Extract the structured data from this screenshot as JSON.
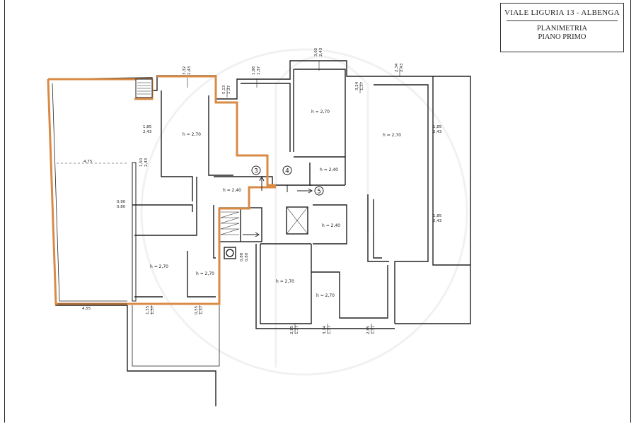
{
  "title_block": {
    "address": "VIALE LIGURIA 13 - ALBENGA",
    "drawing_type": "PLANIMETRIA",
    "floor": "PIANO PRIMO"
  },
  "colors": {
    "walls": "#222222",
    "highlight": "#d98a45"
  },
  "rooms": [
    {
      "label": "h = 2,70"
    },
    {
      "label": "h = 2,70"
    },
    {
      "label": "h = 2,70"
    },
    {
      "label": "h = 2,40"
    },
    {
      "label": "h = 2,40"
    },
    {
      "label": "h = 2,70"
    },
    {
      "label": "h = 2,70"
    },
    {
      "label": "h = 2,40"
    },
    {
      "label": "h = 2,70"
    },
    {
      "label": "h = 2,70"
    }
  ],
  "dimensions": [
    {
      "value": "3,32",
      "sub": "2,43"
    },
    {
      "value": "1,98",
      "sub": "1,37"
    },
    {
      "value": "3,02",
      "sub": "2,43"
    },
    {
      "value": "2,34",
      "sub": "2,43"
    },
    {
      "value": "3,24",
      "sub": "1,37"
    },
    {
      "value": "5,13",
      "sub": "1,37"
    },
    {
      "value": "1,85",
      "sub": "2,43"
    },
    {
      "value": "1,85",
      "sub": "2,43"
    },
    {
      "value": "1,85",
      "sub": "2,43"
    },
    {
      "value": "1,50",
      "sub": "2,43"
    },
    {
      "value": "0,90",
      "sub": "0,80"
    },
    {
      "value": "0,88",
      "sub": "0,80"
    },
    {
      "value": "1,55",
      "sub": "1,37"
    },
    {
      "value": "0,55",
      "sub": "1,37"
    },
    {
      "value": "2,85",
      "sub": "1,37"
    },
    {
      "value": "3,14",
      "sub": "1,37"
    },
    {
      "value": "2,85",
      "sub": "1,37"
    }
  ],
  "lengths": [
    "4,75",
    "4,55"
  ],
  "markers": [
    "3",
    "4",
    "5"
  ]
}
